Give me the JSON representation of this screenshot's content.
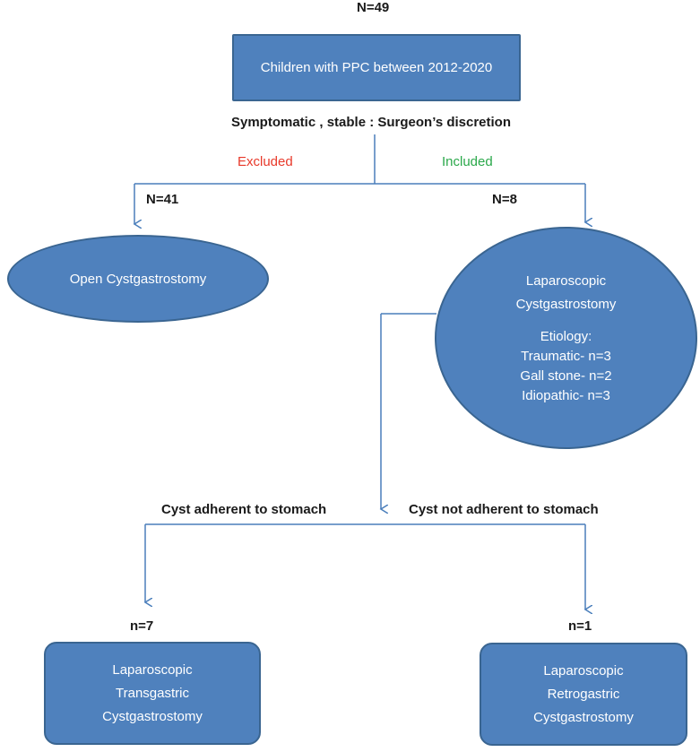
{
  "top_label": "N=49",
  "root": {
    "text": "Children with PPC between 2012-2020"
  },
  "criteria_label": "Symptomatic , stable : Surgeon’s discretion",
  "branch_excluded": "Excluded",
  "branch_included": "Included",
  "left_count": "N=41",
  "right_count": "N=8",
  "open_node": {
    "text": "Open Cystgastrostomy"
  },
  "lap_node": {
    "title_lines": [
      "Laparoscopic",
      "Cystgastrostomy"
    ],
    "etiology_heading": "Etiology:",
    "etiology_items": [
      "Traumatic- n=3",
      "Gall stone- n=2",
      "Idiopathic- n=3"
    ]
  },
  "split_left_label": "Cyst adherent to stomach",
  "split_right_label": "Cyst not adherent to stomach",
  "n7_label": "n=7",
  "n1_label": "n=1",
  "transgastric_node": {
    "lines": [
      "Laparoscopic",
      "Transgastric",
      "Cystgastrostomy"
    ]
  },
  "retrogastric_node": {
    "lines": [
      "Laparoscopic",
      "Retrogastric",
      "Cystgastrostomy"
    ]
  },
  "colors": {
    "node_fill": "#4f81bd",
    "node_border": "#3a6591",
    "connector": "#4a7ebb",
    "excluded": "#e8392a",
    "included": "#2aa84a"
  }
}
